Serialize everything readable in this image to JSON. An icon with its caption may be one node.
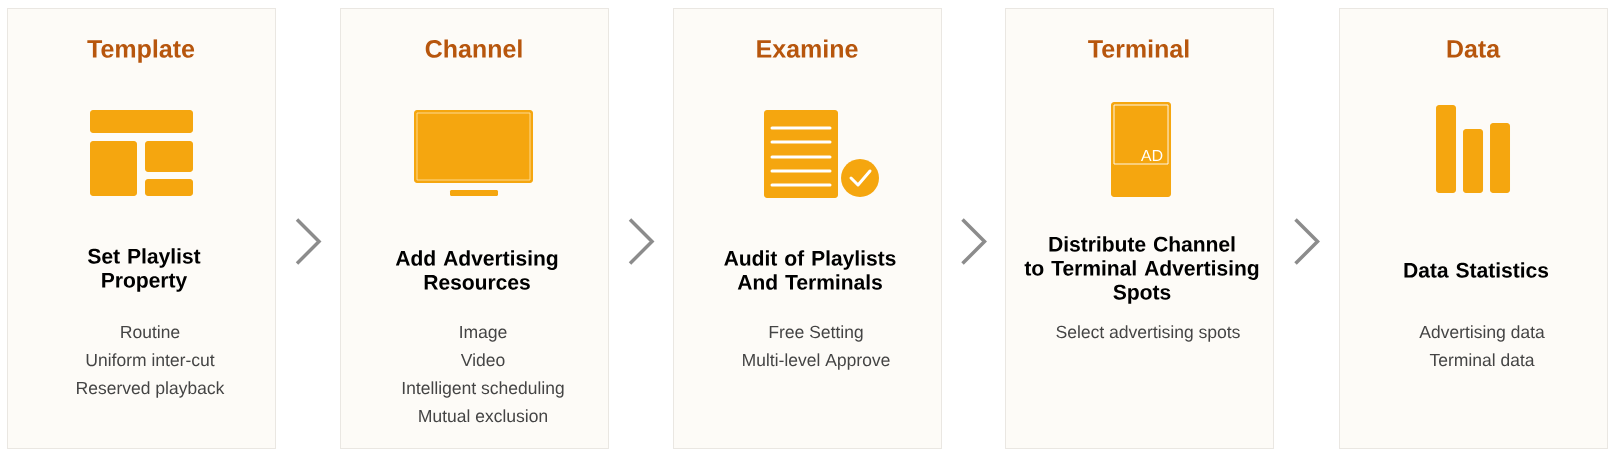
{
  "diagram": {
    "nodes": [
      {
        "text": [
          "Template",
          "Set Playlist Property",
          "Routine",
          "Uniform inter-cut",
          "Reserved playback"
        ]
      },
      {
        "text": [
          "Channel",
          "Add Advertising Resources",
          "Image",
          "Video",
          "Intelligent scheduling",
          "Mutual exclusion"
        ]
      },
      {
        "text": [
          "Examine",
          "Audit of Playlists And Terminals",
          "Free Setting",
          "Multi-level Approve"
        ]
      },
      {
        "text": [
          "Terminal",
          "Distribute Channel to Terminal Advertising Spots",
          "Select advertising spots"
        ]
      },
      {
        "text": [
          "Data",
          "Data Statistics",
          "Advertising data",
          "Terminal data"
        ]
      }
    ],
    "edges": [
      {
        "from": 0,
        "to": 1,
        "arrow": "to"
      },
      {
        "from": 1,
        "to": 2,
        "arrow": "to"
      },
      {
        "from": 2,
        "to": 3,
        "arrow": "to"
      },
      {
        "from": 3,
        "to": 4,
        "arrow": "to"
      }
    ],
    "labels": [
      "AD"
    ]
  }
}
